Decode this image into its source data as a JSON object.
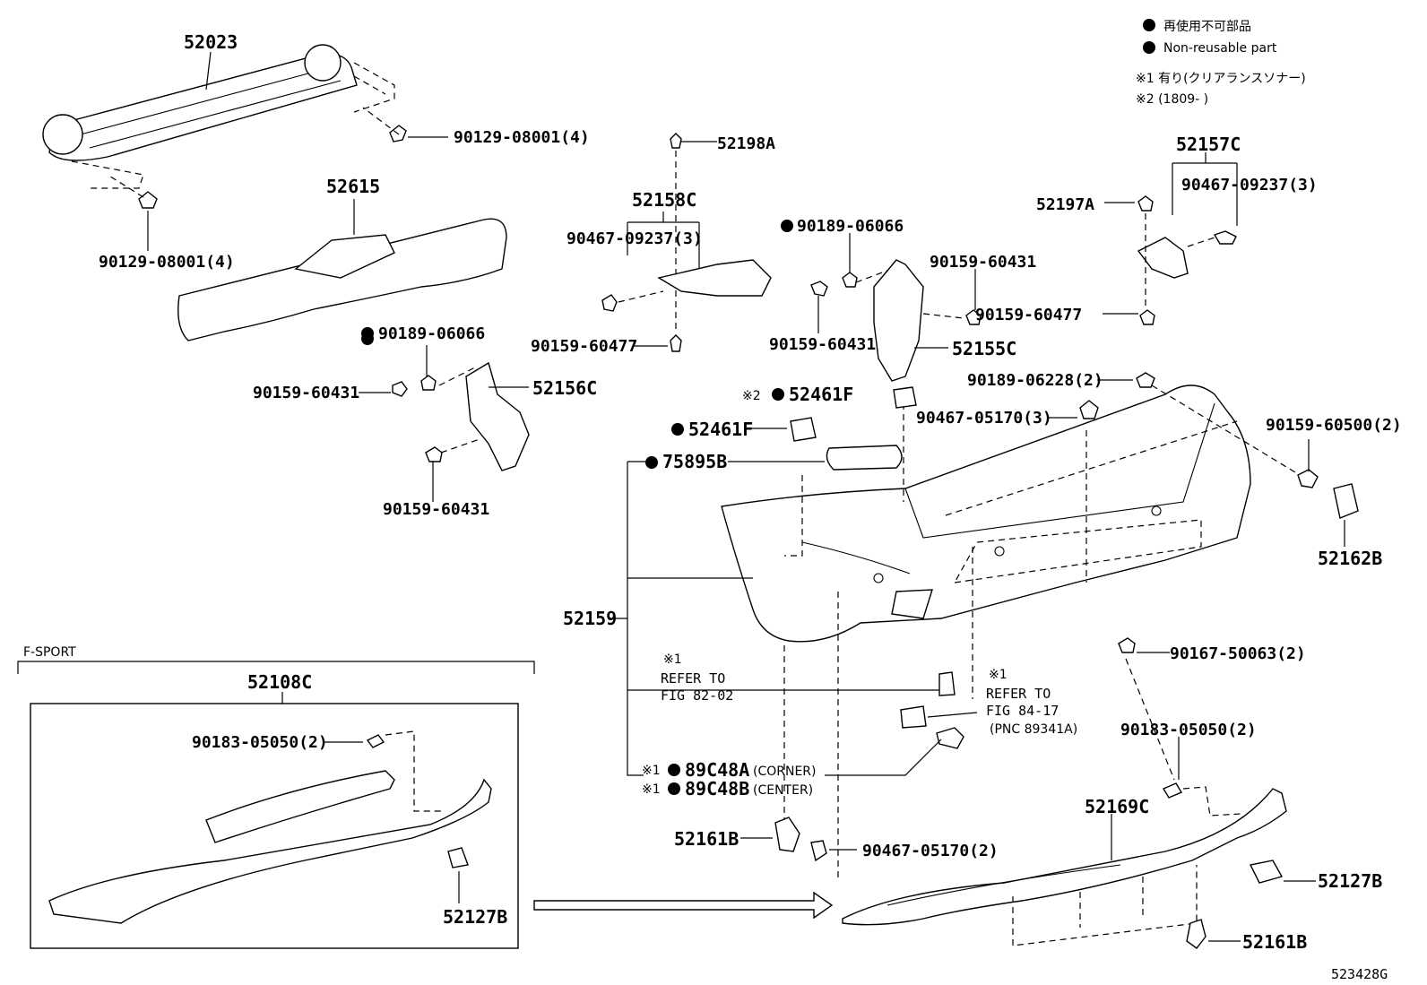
{
  "legend": {
    "jp": "再使用不可部品",
    "en": "Non-reusable part",
    "note1": "※1 有り(クリアランスソナー)",
    "note2": "※2 (1809-     )"
  },
  "labels": {
    "p52023": "52023",
    "p90129a": "90129-08001(4)",
    "p90129b": "90129-08001(4)",
    "p52615": "52615",
    "p90189_1": "90189-06066",
    "p90159_1": "90159-60431",
    "p52156C": "52156C",
    "p90159_2": "90159-60431",
    "p52198A": "52198A",
    "p52158C": "52158C",
    "p90467_1": "90467-09237(3)",
    "p90159_477a": "90159-60477",
    "p90189_2": "90189-06066",
    "p90159_3": "90159-60431",
    "p90159_4": "90159-60431",
    "p52155C": "52155C",
    "p52157C": "52157C",
    "p52197A": "52197A",
    "p90467_2": "90467-09237(3)",
    "p90159_477b": "90159-60477",
    "p90189_06228": "90189-06228(2)",
    "p90467_05170": "90467-05170(3)",
    "p90159_60500": "90159-60500(2)",
    "p52162B": "52162B",
    "note2_mark": "※2",
    "p52461F_a": "52461F",
    "p52461F_b": "52461F",
    "p75895B": "75895B",
    "p52159": "52159",
    "ref1_mark": "※1",
    "ref1_l1": "REFER TO",
    "ref1_l2": "FIG 82-02",
    "ref2_mark": "※1",
    "ref2_l1": "REFER TO",
    "ref2_l2": "FIG 84-17",
    "ref2_l3": "(PNC 89341A)",
    "s89C48A_mark": "※1",
    "s89C48A": "89C48A",
    "s89C48A_sub": "(CORNER)",
    "s89C48B_mark": "※1",
    "s89C48B": "89C48B",
    "s89C48B_sub": "(CENTER)",
    "p52161B_a": "52161B",
    "p90467_05170b": "90467-05170(2)",
    "p90167": "90167-50063(2)",
    "p90183_b": "90183-05050(2)",
    "p52169C": "52169C",
    "p52127B_b": "52127B",
    "p52161B_b": "52161B",
    "fsport": "F-SPORT",
    "p52108C": "52108C",
    "p90183_a": "90183-05050(2)",
    "p52127B_a": "52127B",
    "figure_no": "523428G"
  }
}
